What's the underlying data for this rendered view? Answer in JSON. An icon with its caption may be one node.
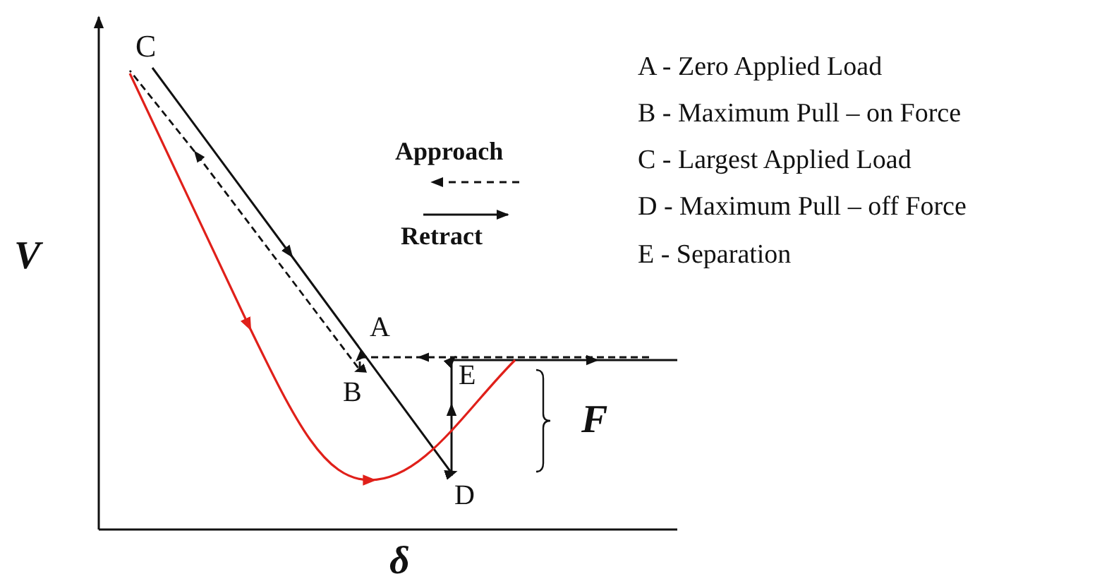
{
  "diagram": {
    "labels": [
      "V",
      "δ",
      "C",
      "A",
      "B",
      "E",
      "D",
      "F",
      "A - Zero Applied Load",
      "B - Maximum Pull – on Force",
      "C - Largest Applied Load",
      "D - Maximum Pull – off Force",
      "E - Separation"
    ],
    "legend": [
      {
        "text": "Approach"
      },
      {
        "text": "Retract"
      }
    ]
  }
}
